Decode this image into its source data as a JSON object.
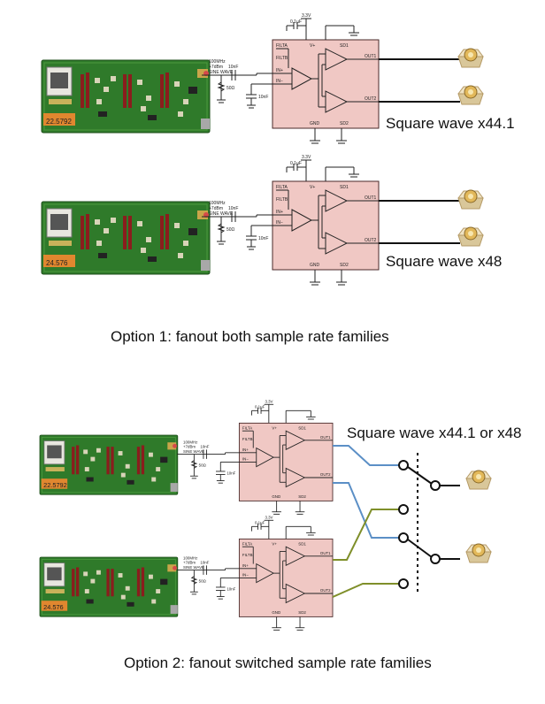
{
  "labels": {
    "square_441": "Square wave x44.1",
    "square_48": "Square wave x48",
    "square_either": "Square wave x44.1 or x48",
    "option1": "Option 1: fanout both sample rate families",
    "option2": "Option 2: fanout switched sample rate families"
  },
  "boards": {
    "b1_freq": "22.5792",
    "b2_freq": "24.576",
    "b3_freq": "22.5792",
    "b4_freq": "24.576"
  },
  "schematic": {
    "supply": "3.3V",
    "cap_top": "0.1µF",
    "vplus": "V+",
    "filta": "FILTA",
    "filtb": "FILTB",
    "inp": "IN+",
    "inn": "IN−",
    "gnd": "GND",
    "sd1": "SD1",
    "sd2": "SD2",
    "out1": "OUT1",
    "out2": "OUT2",
    "src_line1": "100MHz",
    "src_line2": "+7dBm",
    "src_line3": "SINE WAVE",
    "cap_in": "10nF",
    "res": "50Ω",
    "cap_bot": "10nF"
  },
  "colors": {
    "ic_fill": "#f0c8c4",
    "ic_stroke": "#4a2a2a",
    "pcb": "#2f7a2a",
    "wire_blue": "#5b8fc6",
    "wire_olive": "#7f8f2a"
  }
}
